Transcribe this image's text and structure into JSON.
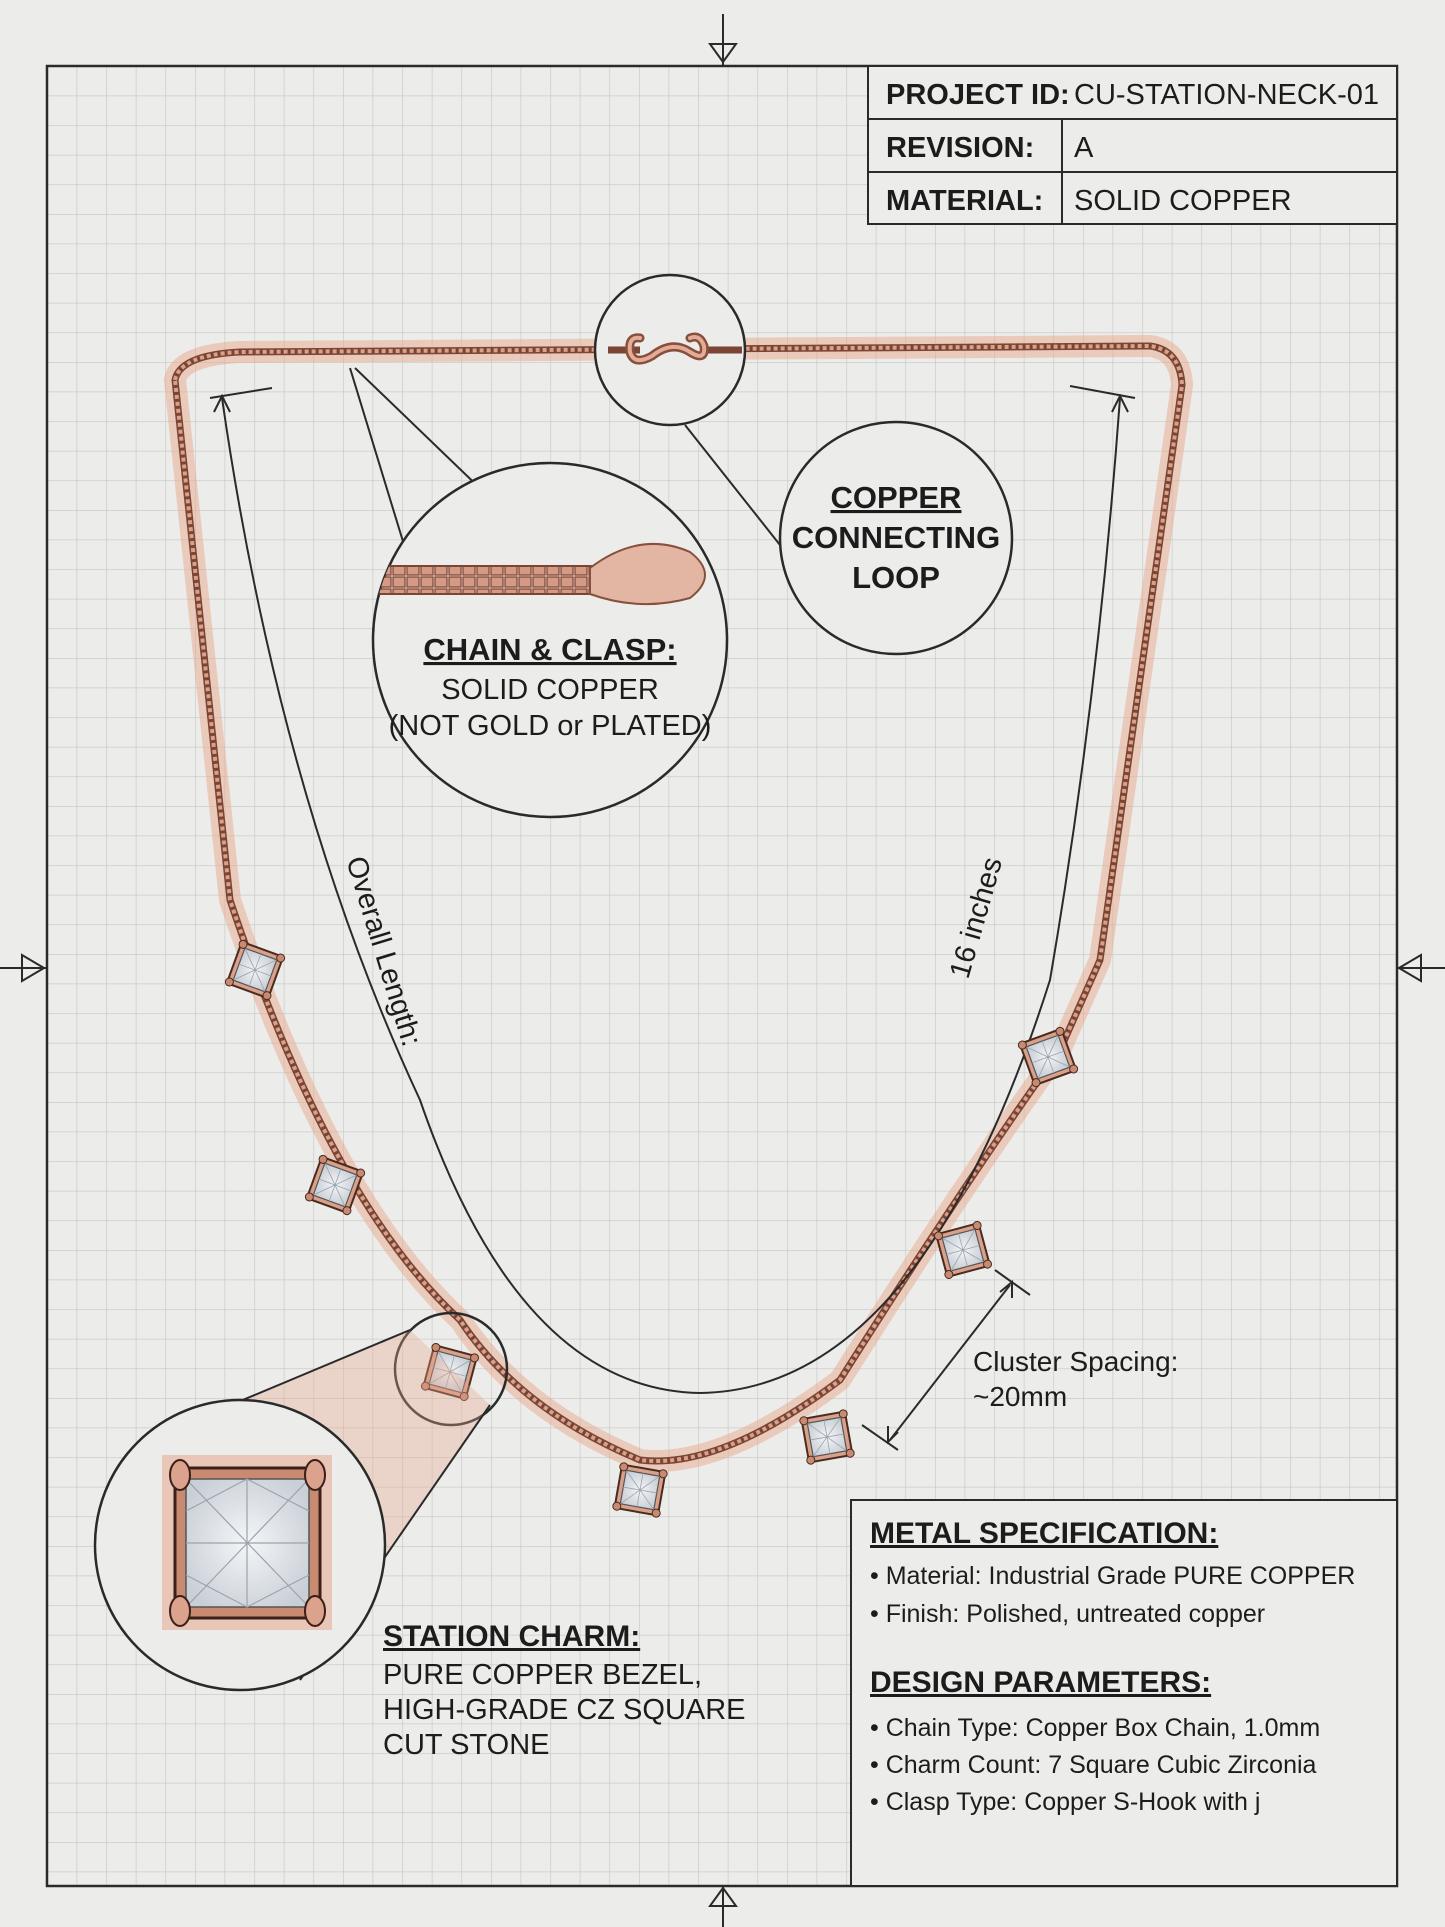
{
  "title_block": {
    "rows": [
      {
        "label": "PROJECT ID:",
        "value": "CU-STATION-NECK-01"
      },
      {
        "label": "REVISION:",
        "value": "A"
      },
      {
        "label": "MATERIAL:",
        "value": "SOLID COPPER"
      }
    ]
  },
  "callouts": {
    "chain_clasp": {
      "title": "CHAIN & CLASP:",
      "line1": "SOLID COPPER",
      "line2": "(NOT GOLD or PLATED)"
    },
    "loop": {
      "line1": "COPPER",
      "line2": "CONNECTING",
      "line3": "LOOP"
    },
    "charm": {
      "title": "STATION CHARM:",
      "line1": "PURE COPPER BEZEL,",
      "line2": "HIGH-GRADE CZ SQUARE",
      "line3": "CUT STONE"
    }
  },
  "dimensions": {
    "length_left": "Overall Length:",
    "length_right": "16 inches",
    "spacing_line1": "Cluster Spacing:",
    "spacing_line2": "~20mm"
  },
  "spec_panel": {
    "metal_title": "METAL SPECIFICATION:",
    "metal_items": [
      "• Material: Industrial Grade PURE COPPER",
      "• Finish: Polished, untreated copper"
    ],
    "design_title": "DESIGN PARAMETERS:",
    "design_items": [
      "• Chain Type: Copper Box Chain, 1.0mm",
      "• Charm Count: 7 Square Cubic Zirconia",
      "• Clasp Type: Copper S-Hook with j"
    ]
  },
  "colors": {
    "paper": "#ececea",
    "grid": "#c9c9c9",
    "ink": "#1c1c1c",
    "copper": "#b87560",
    "copper_glow": "#e8a78c"
  }
}
